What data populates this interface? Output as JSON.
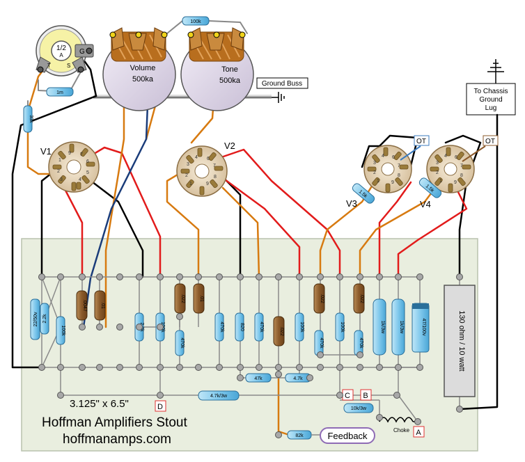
{
  "board": {
    "size_label": "3.125\" x 6.5\"",
    "title": "Hoffman Amplifiers Stout",
    "website": "hoffmanamps.com"
  },
  "controls": {
    "volume_name": "Volume",
    "volume_value": "500ka",
    "tone_name": "Tone",
    "tone_value": "500ka",
    "tone_resistor": "100k",
    "input_resistor": "1m",
    "grid_resistor": "33k",
    "ground_buss": "Ground Buss",
    "chassis_line1": "To Chassis",
    "chassis_line2": "Ground",
    "chassis_line3": "Lug"
  },
  "jack": {
    "center_line1": "1/2",
    "center_line2": "A",
    "pin_g": "G",
    "pin_t": "T",
    "pin_s": "S"
  },
  "tubes": {
    "v1": "V1",
    "v2": "V2",
    "v3": "V3",
    "v4": "V4",
    "ot": "OT",
    "v3_resistor": "1.5k",
    "v4_resistor": "1.5k"
  },
  "parts": {
    "r_22_50v": "22/50v",
    "r_2_2k_a": "2.2k",
    "r_100k_a": "100k",
    "c_0047": ".0047",
    "c_01_a": ".01",
    "r_2_2k_b": "2.2k",
    "r_100k_b": "100k",
    "c_022_a": ".022",
    "r_470k_a": "470k",
    "c_01_b": ".01",
    "r_470k_b": "470k",
    "r_820": "820",
    "r_470k_c": "470k",
    "c_022_b": ".022",
    "r_100k_c": "100k",
    "c_022_c": ".022",
    "r_470k_d": "470k",
    "r_100k_d": "100k",
    "c_022_d": ".022",
    "r_470k_e": "470k",
    "r_1k3w_a": "1k/3w",
    "r_1k3w_b": "1k/3w",
    "cap_47_100v": "47/100v",
    "big_resistor": "130 ohm / 10 watt",
    "r_47k_a": "47k",
    "r_47k_b": "4.7k",
    "r_4_7k_3w": "4.7k/3w",
    "r_10k_3w": "10k/3w",
    "r_82k": "82k",
    "choke": "Choke",
    "feedback": "Feedback"
  },
  "markers": {
    "a": "A",
    "b": "B",
    "c": "C",
    "d": "D"
  }
}
